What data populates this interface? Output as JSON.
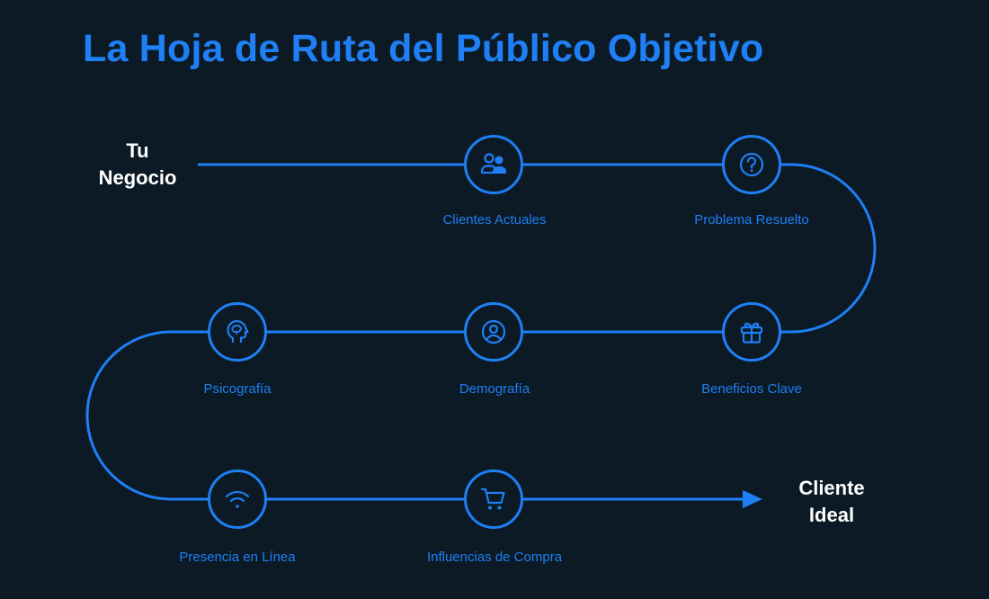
{
  "title": "La Hoja de Ruta del Público Objetivo",
  "colors": {
    "background": "#0b1a24",
    "accent": "#1f7ff5",
    "text_white": "#ffffff"
  },
  "start": {
    "line1": "Tu",
    "line2": "Negocio"
  },
  "end": {
    "line1": "Cliente",
    "line2": "Ideal"
  },
  "steps": [
    {
      "label": "Clientes Actuales",
      "icon": "users-icon"
    },
    {
      "label": "Problema Resuelto",
      "icon": "question-icon"
    },
    {
      "label": "Beneficios Clave",
      "icon": "gift-icon"
    },
    {
      "label": "Demografía",
      "icon": "user-circle-icon"
    },
    {
      "label": "Psicografía",
      "icon": "brain-head-icon"
    },
    {
      "label": "Presencia en Línea",
      "icon": "wifi-icon"
    },
    {
      "label": "Influencias de Compra",
      "icon": "cart-icon"
    }
  ]
}
